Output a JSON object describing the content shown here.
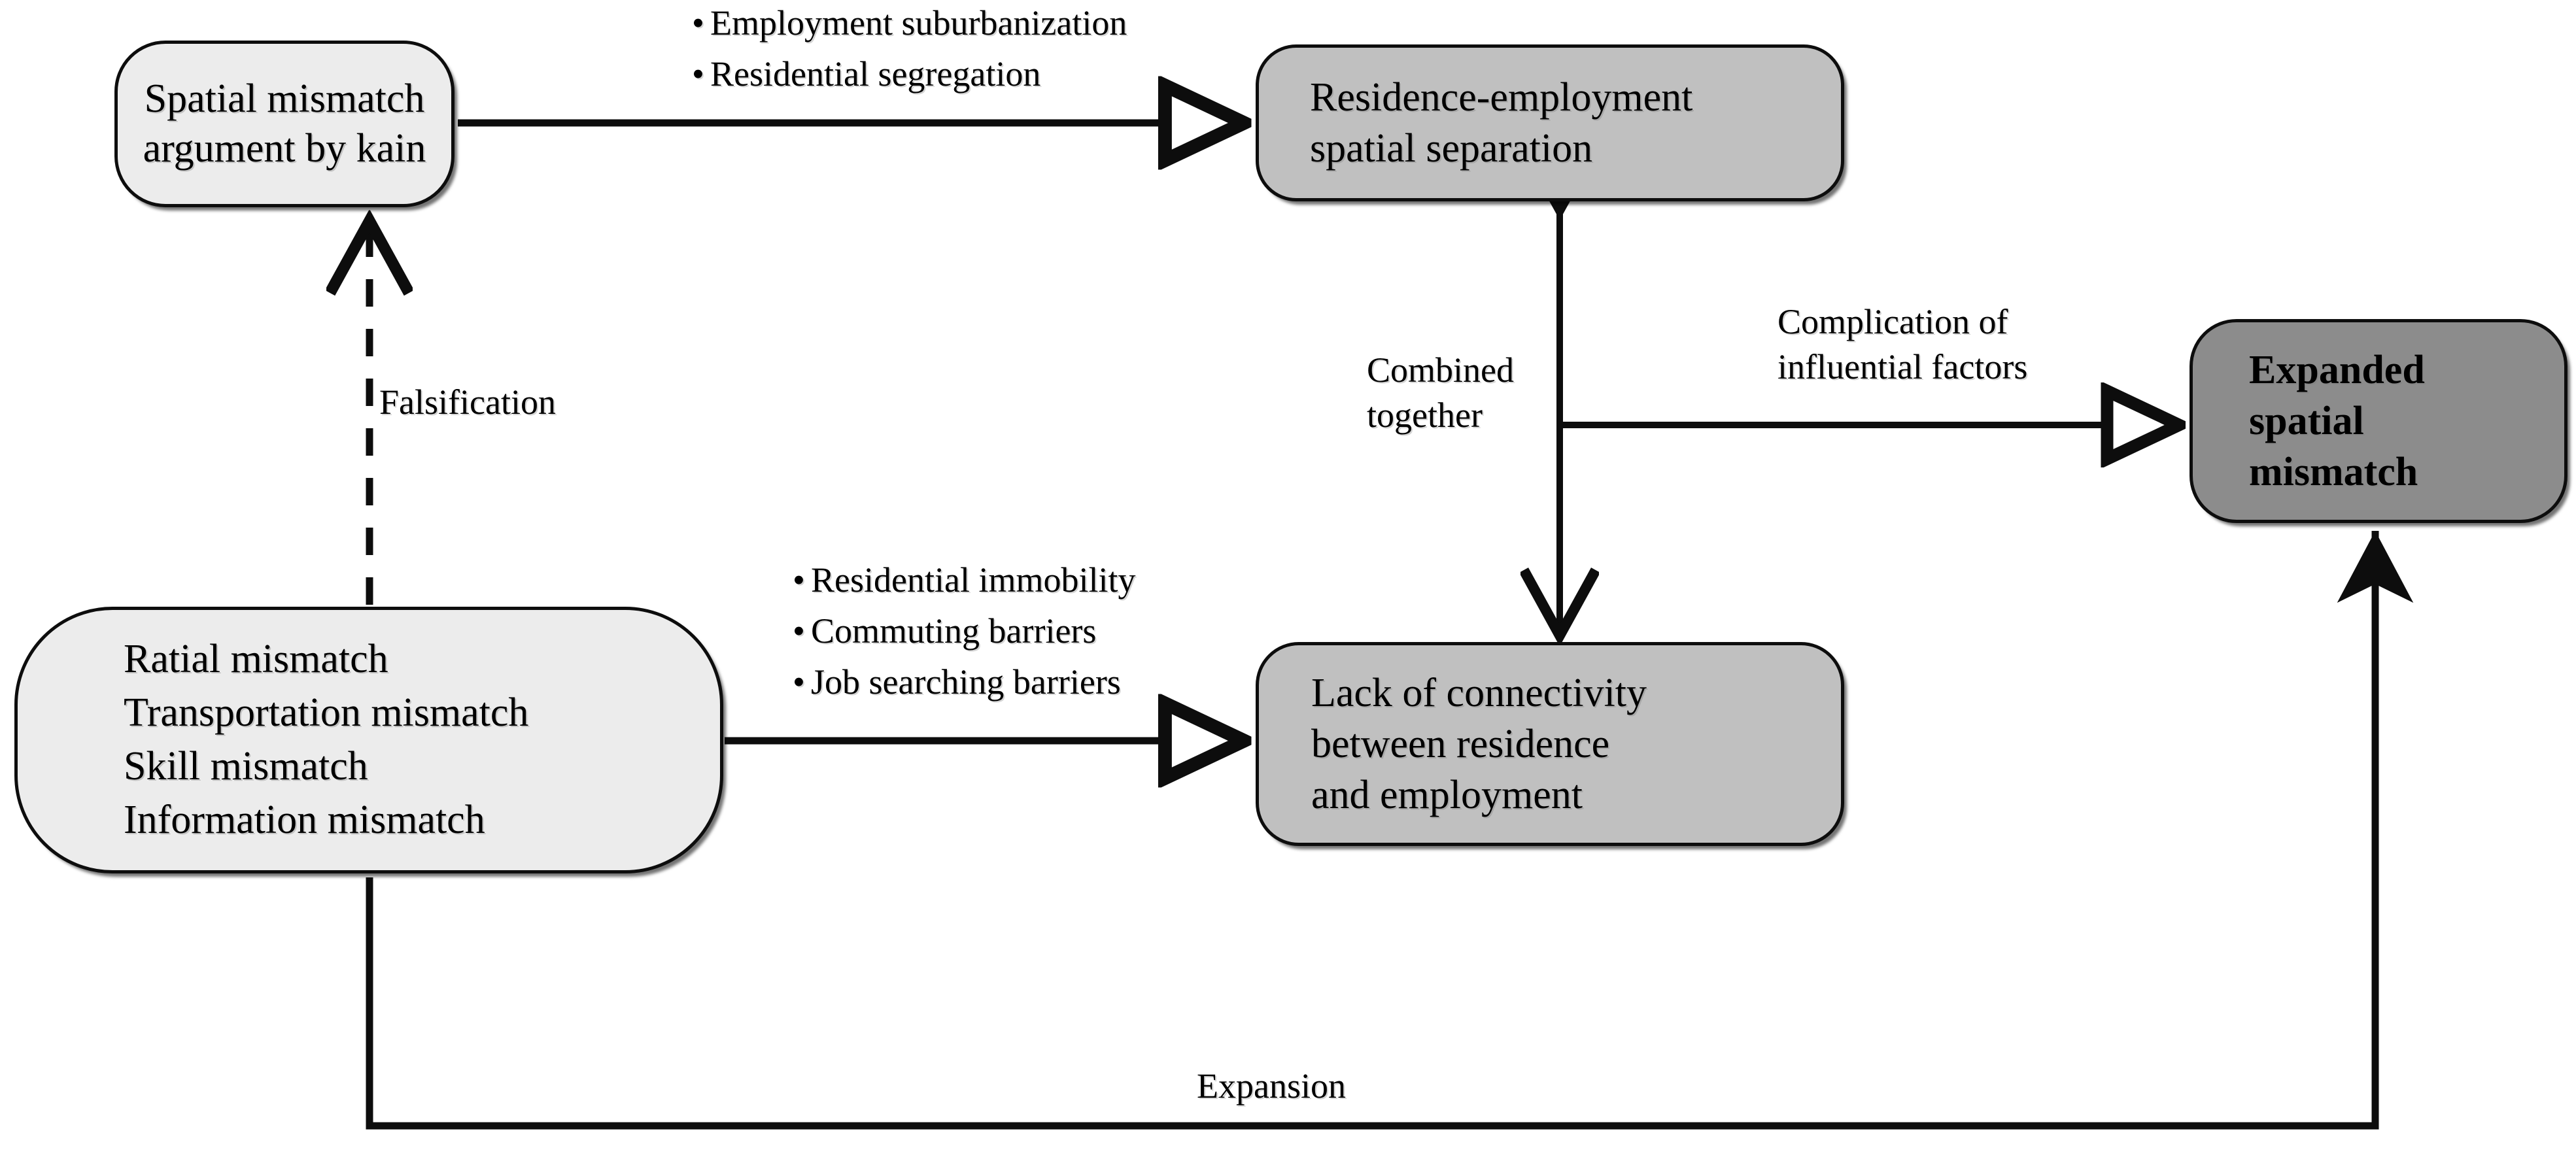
{
  "diagram": {
    "title": "Spatial mismatch conceptual framework",
    "colors": {
      "node_light": "#ececec",
      "node_mid": "#c0c0c0",
      "node_dark": "#8c8c8c",
      "stroke": "#0d0d0d",
      "background": "#ffffff"
    },
    "nodes": [
      {
        "id": "kain",
        "lines": [
          "Spatial mismatch",
          "argument by kain"
        ],
        "fill": "light"
      },
      {
        "id": "res-emp",
        "lines": [
          "Residence-employment",
          "spatial separation"
        ],
        "fill": "mid"
      },
      {
        "id": "expanded",
        "lines": [
          "Expanded",
          "spatial",
          "mismatch"
        ],
        "fill": "dark"
      },
      {
        "id": "mismatch-list",
        "lines": [
          "Ratial mismatch",
          "Transportation mismatch",
          "Skill mismatch",
          "Information mismatch"
        ],
        "fill": "light"
      },
      {
        "id": "lack",
        "lines": [
          "Lack of connectivity",
          "between residence",
          "and employment"
        ],
        "fill": "mid"
      }
    ],
    "edge_labels": {
      "employment_bullets": [
        "Employment suburbanization",
        "Residential segregation"
      ],
      "residential_bullets": [
        "Residential immobility",
        "Commuting barriers",
        "Job searching barriers"
      ],
      "falsification": "Falsification",
      "combined_together_line1": "Combined",
      "combined_together_line2": "together",
      "complication_line1": "Complication of",
      "complication_line2": "influential factors",
      "expansion": "Expansion"
    },
    "bullet_glyph": "•"
  }
}
